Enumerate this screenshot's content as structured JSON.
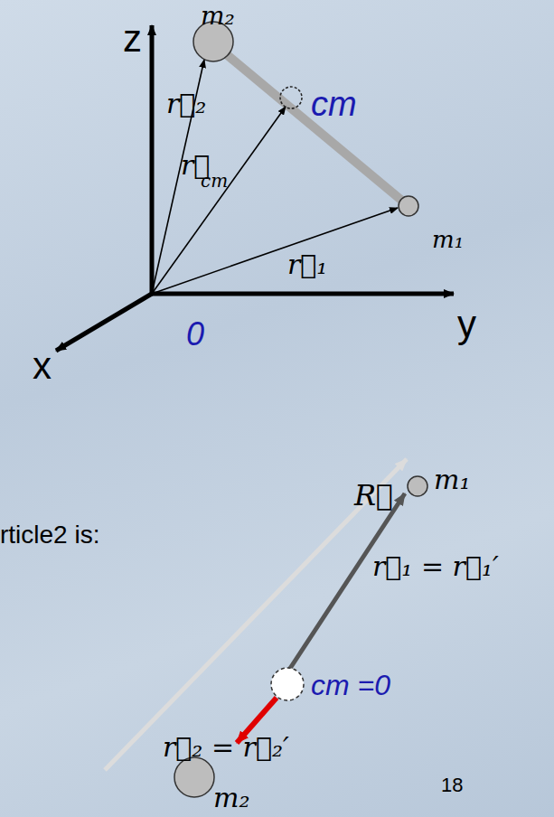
{
  "diagram": {
    "labels": [
      "z",
      "m₂",
      "cm",
      "r⃗₂",
      "r⃗",
      "cm",
      "m₁",
      "r⃗₁",
      "y",
      "0",
      "x",
      "R⃗",
      "m₁",
      "rticle2 is:",
      "r⃗₁ = r⃗₁′",
      "cm =0",
      "r⃗₂ = r⃗₂′",
      "m₂",
      "18"
    ]
  }
}
